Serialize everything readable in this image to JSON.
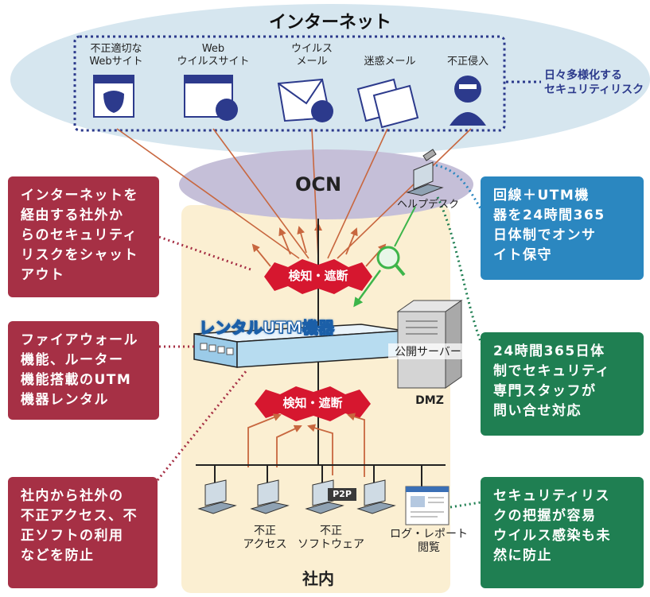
{
  "internet": {
    "title": "インターネット",
    "threats": [
      {
        "label": "不正適切な\nWebサイト",
        "icon": "bad-website-icon"
      },
      {
        "label": "Web\nウイルスサイト",
        "icon": "virus-website-icon"
      },
      {
        "label": "ウイルス\nメール",
        "icon": "virus-mail-icon"
      },
      {
        "label": "迷惑メール",
        "icon": "spam-mail-icon"
      },
      {
        "label": "不正侵入",
        "icon": "intruder-icon"
      }
    ],
    "risk_note": "日々多様化する\nセキュリティリスク"
  },
  "ocn": {
    "label": "OCN",
    "helpdesk": "ヘルプデスク"
  },
  "office": {
    "label": "社内",
    "detect_top": "検知・遮断",
    "detect_bottom": "検知・遮断",
    "utm_label": "レンタルUTM機器",
    "server_label": "公開サーバー",
    "dmz_label": "DMZ",
    "p2p_label": "P2P",
    "unauth_access": "不正\nアクセス",
    "unauth_software": "不正\nソフトウェア",
    "log_report": "ログ・レポート\n閲覧"
  },
  "left_boxes": [
    "インターネットを\n経由する社外か\nらのセキュリティ\nリスクをシャット\nアウト",
    "ファイアウォール\n機能、ルーター\n機能搭載のUTM\n機器レンタル",
    "社内から社外の\n不正アクセス、不\n正ソフトの利用\nなどを防止"
  ],
  "right_boxes": [
    "回線＋UTM機\n器を24時間365\n日体制でオンサ\nイト保守",
    "24時間365日体\n制でセキュリティ\n専門スタッフが\n問い合せ対応",
    "セキュリティリス\nクの把握が容易\nウイルス感染も未\n然に防止"
  ],
  "colors": {
    "internet_cloud": "#d6e6ef",
    "ocn_cloud": "#c5bfd8",
    "office_bg": "#fbefd2",
    "red_box": "#a63045",
    "blue_box": "#2b87c0",
    "green_box": "#1f7f52",
    "dotted_blue": "#2c3a8c",
    "arrow": "#c8673f",
    "green_arrow": "#3db54a",
    "burst_red": "#d6172f",
    "utm_blue": "#1b5fa8"
  }
}
